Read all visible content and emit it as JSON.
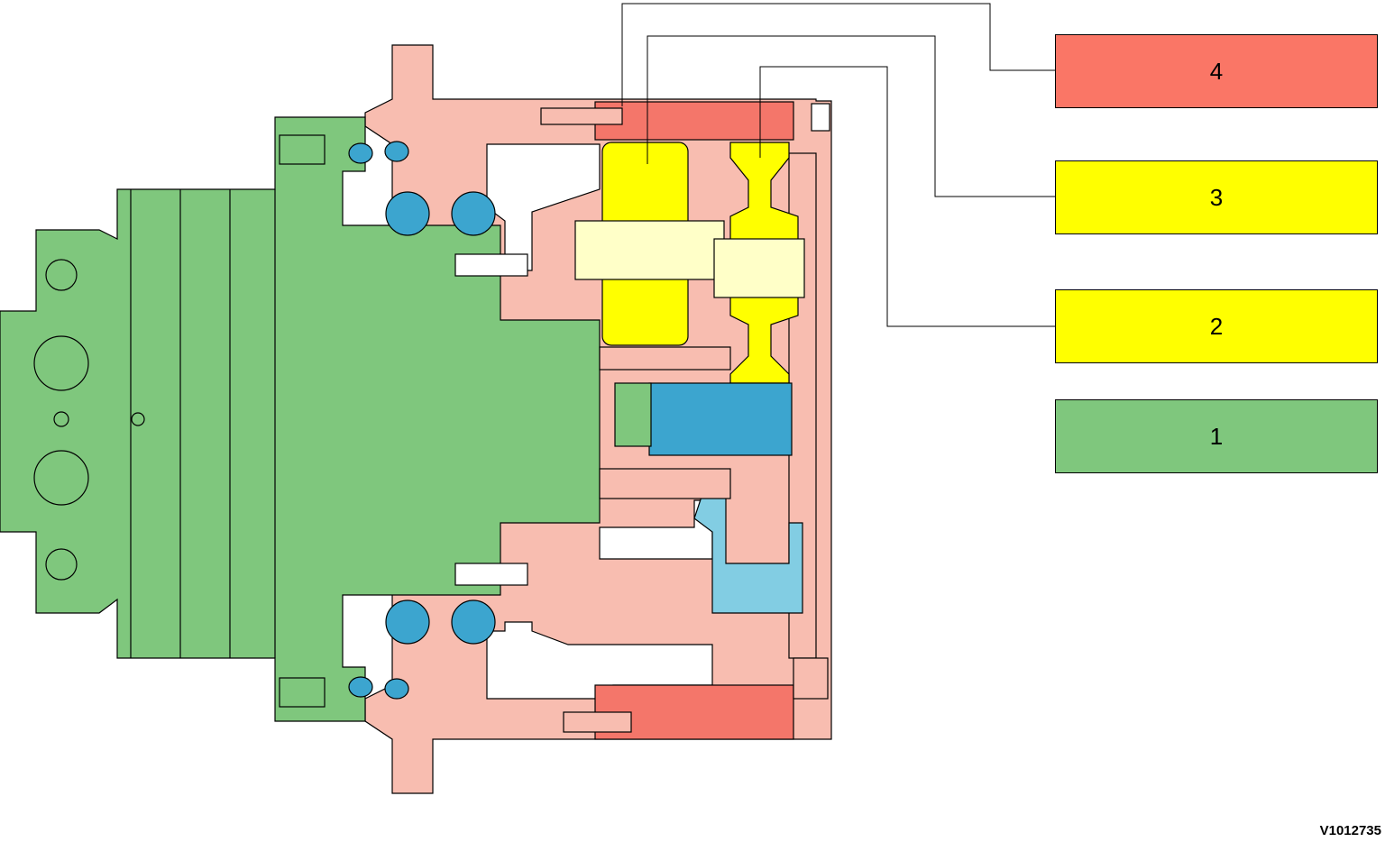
{
  "legend": [
    {
      "label": "4",
      "color": "#fa7666"
    },
    {
      "label": "3",
      "color": "#ffff00"
    },
    {
      "label": "2",
      "color": "#ffff00"
    },
    {
      "label": "1",
      "color": "#7fc77d"
    }
  ],
  "colors": {
    "housing": "#f8bdb0",
    "ring_gear": "#f4766a",
    "planet_gear": "#ffff00",
    "pin": "#ffffc8",
    "motor": "#7fc77d",
    "bearing": "#3ca5cf",
    "carrier": "#82cde3",
    "outline": "#000000"
  },
  "figure_id": "V1012735"
}
